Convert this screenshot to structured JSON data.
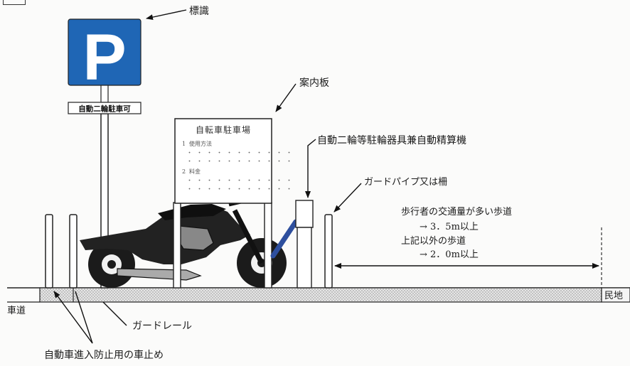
{
  "sign": {
    "letter": "P",
    "plate": "自動二輪駐車可",
    "brand_color": "#1f66b5"
  },
  "board": {
    "title": "自転車駐車場",
    "item1_num": "1",
    "item1_text": "使用方法",
    "item2_num": "2",
    "item2_text": "料金"
  },
  "labels": {
    "sign_callout": "標識",
    "board_callout": "案内板",
    "machine_callout": "自動二輪等駐輪器具兼自動精算機",
    "pipe_callout": "ガードパイプ又は柵",
    "width_line1": "歩行者の交通量が多い歩道",
    "width_line2": "→ 3．5m以上",
    "width_line3": "上記以外の歩道",
    "width_line4": "→ 2．0m以上",
    "roadway": "車道",
    "private_land": "民地",
    "guardrail": "ガードレール",
    "bollard": "自動車進入防止用の車止め"
  }
}
